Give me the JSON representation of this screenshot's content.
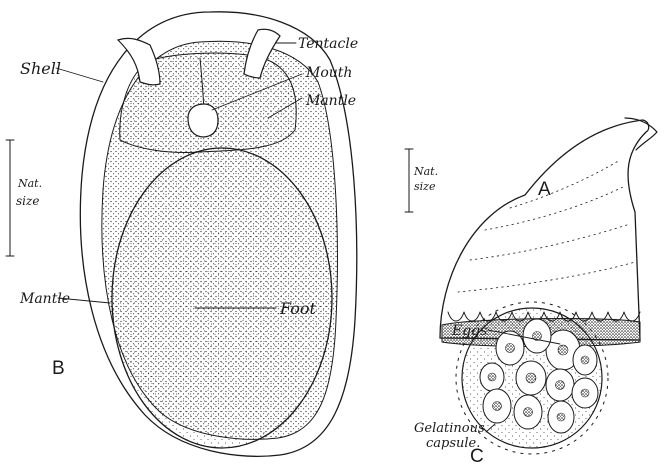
{
  "figure": {
    "panels": {
      "a": "A",
      "b": "B",
      "c": "C"
    },
    "labels": {
      "tentacle": "Tentacle",
      "shell": "Shell",
      "mouth": "Mouth",
      "mantle_right": "Mantle",
      "mantle_left": "Mantle",
      "foot": "Foot",
      "eggs": "Eggs",
      "gelatinous_1": "Gelatinous",
      "gelatinous_2": "capsule."
    },
    "scale_left": {
      "line1": "Nat.",
      "line2": "size"
    },
    "scale_right": {
      "line1": "Nat.",
      "line2": "size"
    }
  }
}
